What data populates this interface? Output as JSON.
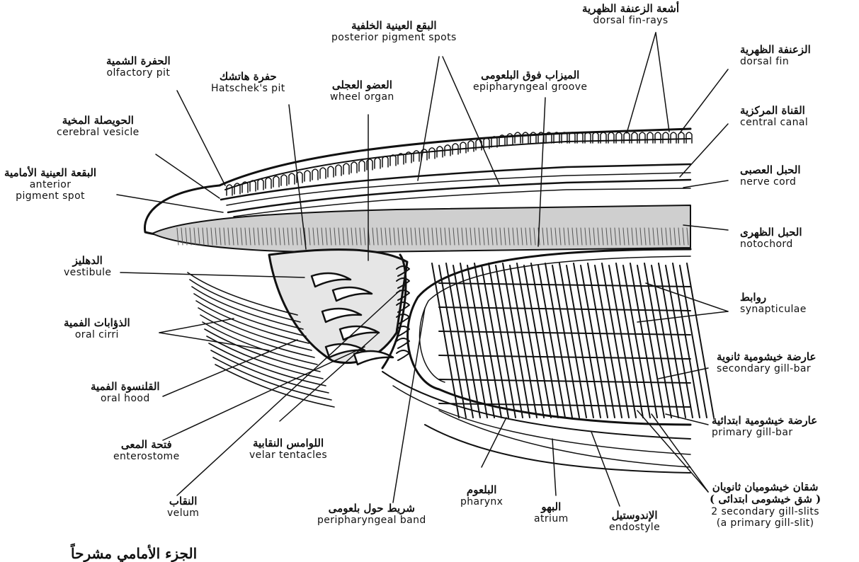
{
  "labels": {
    "olfactory_pit": {
      "ar": "الحفرة الشمية",
      "en": "olfactory pit"
    },
    "hatscheks_pit": {
      "ar": "حفرة هاتشك",
      "en": "Hatschek's pit"
    },
    "wheel_organ": {
      "ar": "العضو العجلى",
      "en": "wheel organ"
    },
    "posterior_pigment": {
      "ar": "البقع العينية الخلفية",
      "en": "posterior pigment spots"
    },
    "epipharyngeal_groove": {
      "ar": "الميزاب فوق البلعومى",
      "en": "epipharyngeal groove"
    },
    "dorsal_fin_rays": {
      "ar": "أشعة الزعنفة الظهرية",
      "en": "dorsal fin-rays"
    },
    "dorsal_fin": {
      "ar": "الزعنفة الظهرية",
      "en": "dorsal fin"
    },
    "cerebral_vesicle": {
      "ar": "الحويصلة المخية",
      "en": "cerebral vesicle"
    },
    "central_canal": {
      "ar": "القناة المركزية",
      "en": "central canal"
    },
    "anterior_pigment": {
      "ar": "البقعة العينية الأمامية",
      "en": "anterior",
      "en2": "pigment spot"
    },
    "nerve_cord": {
      "ar": "الحبل العصبى",
      "en": "nerve cord"
    },
    "notochord": {
      "ar": "الحبل الظهرى",
      "en": "notochord"
    },
    "vestibule": {
      "ar": "الدهليز",
      "en": "vestibule"
    },
    "synapticulae": {
      "ar": "روابط",
      "en": "synapticulae"
    },
    "oral_cirri": {
      "ar": "الذؤابات الفمية",
      "en": "oral cirri"
    },
    "secondary_gill_bar": {
      "ar": "عارضة خيشومية ثانوية",
      "en": "secondary gill-bar"
    },
    "oral_hood": {
      "ar": "القلنسوة الفمية",
      "en": "oral hood"
    },
    "primary_gill_bar": {
      "ar": "عارضة خيشومية ابتدائية",
      "en": "primary gill-bar"
    },
    "enterostome": {
      "ar": "فتحة المعى",
      "en": "enterostome"
    },
    "velar_tentacles": {
      "ar": "اللوامس النقابية",
      "en": "velar tentacles"
    },
    "velum": {
      "ar": "النقاب",
      "en": "velum"
    },
    "peripharyngeal_band": {
      "ar": "شريط حول بلعومى",
      "en": "peripharyngeal band"
    },
    "pharynx": {
      "ar": "البلعوم",
      "en": "pharynx"
    },
    "atrium": {
      "ar": "البهو",
      "en": "atrium"
    },
    "endostyle": {
      "ar": "الإندوستيل",
      "en": "endostyle"
    },
    "gill_slits": {
      "ar": "شقان خيشوميان ثانويان",
      "ar2": "( شق خيشومى ابتدائى )",
      "en": "2 secondary gill-slits",
      "en2": "(a primary gill-slit)"
    }
  },
  "caption": "الجزء الأمامي مشرحاً"
}
